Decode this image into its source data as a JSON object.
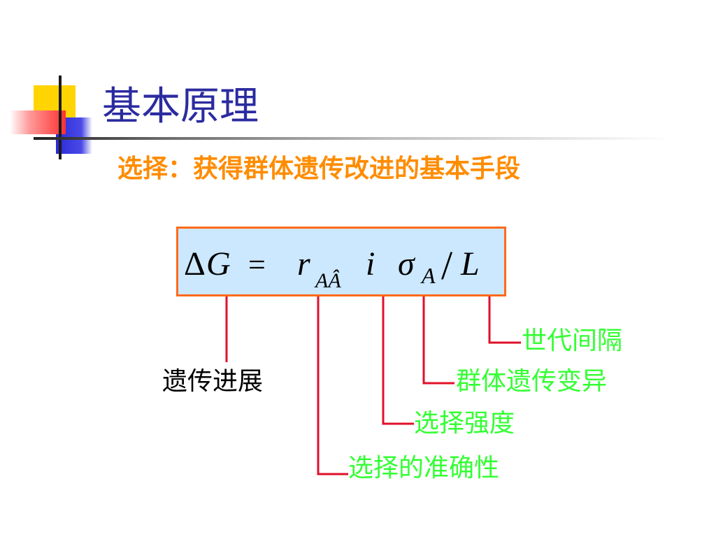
{
  "slide": {
    "title": "基本原理",
    "subtitle": "选择：获得群体遗传改进的基本手段"
  },
  "formula": {
    "delta": "Δ",
    "G": "G",
    "equals": "=",
    "r": "r",
    "r_subscript": "AÂ",
    "i": "i",
    "sigma": "σ",
    "sigma_subscript": "A",
    "slash": "/",
    "L": "L"
  },
  "labels": {
    "genetic_progress": "遗传进展",
    "generation_interval": "世代间隔",
    "population_genetic_variance": "群体遗传变异",
    "selection_intensity": "选择强度",
    "selection_accuracy": "选择的准确性"
  },
  "colors": {
    "title": "#2b2ba0",
    "subtitle": "#ff8c00",
    "formula_bg": "#cce8ff",
    "formula_border": "#ff6a1a",
    "connector": "#e0102a",
    "label_green": "#33ff33",
    "label_black": "#000000"
  }
}
